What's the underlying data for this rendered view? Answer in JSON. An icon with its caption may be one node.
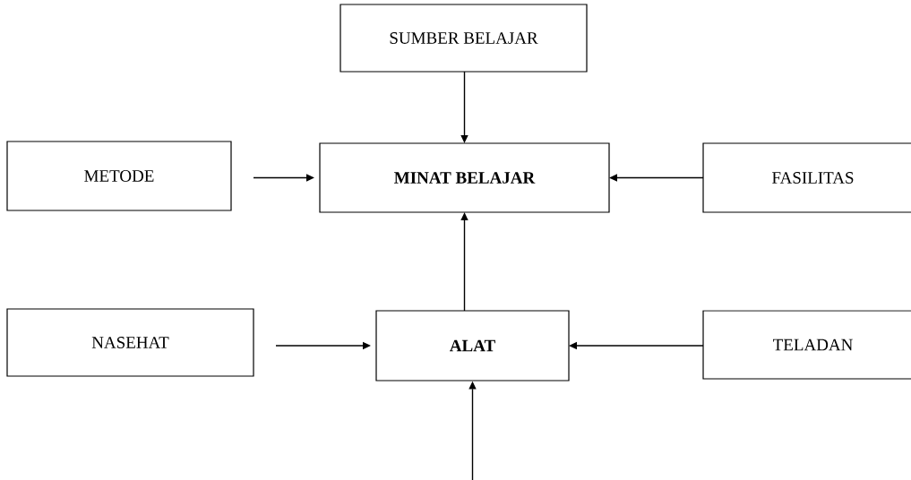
{
  "diagram": {
    "nodes": [
      {
        "text": [
          "SUMBER BELAJAR"
        ]
      },
      {
        "text": [
          "METODE"
        ]
      },
      {
        "text": [
          "MINAT BELAJAR"
        ]
      },
      {
        "text": [
          "FASILITAS"
        ]
      },
      {
        "text": [
          "NASEHAT"
        ]
      },
      {
        "text": [
          "ALAT"
        ]
      },
      {
        "text": [
          "TELADAN"
        ]
      }
    ],
    "edges": [
      {
        "from": 0,
        "to": 2,
        "arrow": "to"
      },
      {
        "from": 1,
        "to": 2,
        "arrow": "to"
      },
      {
        "from": 3,
        "to": 2,
        "arrow": "to"
      },
      {
        "from": 5,
        "to": 2,
        "arrow": "to"
      },
      {
        "from": 4,
        "to": 5,
        "arrow": "to"
      },
      {
        "from": 6,
        "to": 5,
        "arrow": "to"
      },
      {
        "from": null,
        "to": 5,
        "arrow": "to"
      }
    ]
  }
}
